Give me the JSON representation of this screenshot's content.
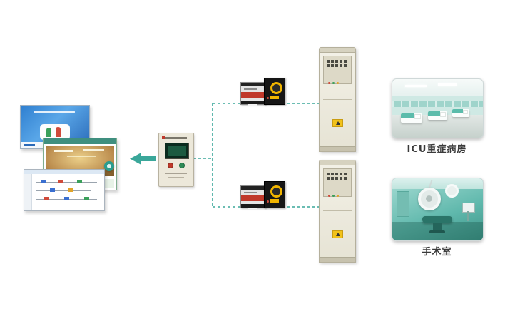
{
  "diagram": {
    "labels": {
      "icu_ward": "ICU重症病房",
      "operating_room": "手术室"
    },
    "colors": {
      "connector": "#3aa79a",
      "arrow": "#3aa79a",
      "cabinet_body": "#efecdf",
      "warning_sticker": "#f2c21a",
      "ats_red": "#c0392b",
      "ats_yellow": "#f0b400",
      "room_teal": "#5bbcab"
    },
    "nodes": {
      "screens_group": "monitoring-software-screens",
      "control_panel": "wall-mounted-monitoring-panel",
      "top_branch": [
        "ats-transfer-switches",
        "power-distribution-cabinet",
        "icu-ward-photo"
      ],
      "bottom_branch": [
        "ats-transfer-switches",
        "power-distribution-cabinet",
        "operating-room-photo"
      ]
    }
  }
}
